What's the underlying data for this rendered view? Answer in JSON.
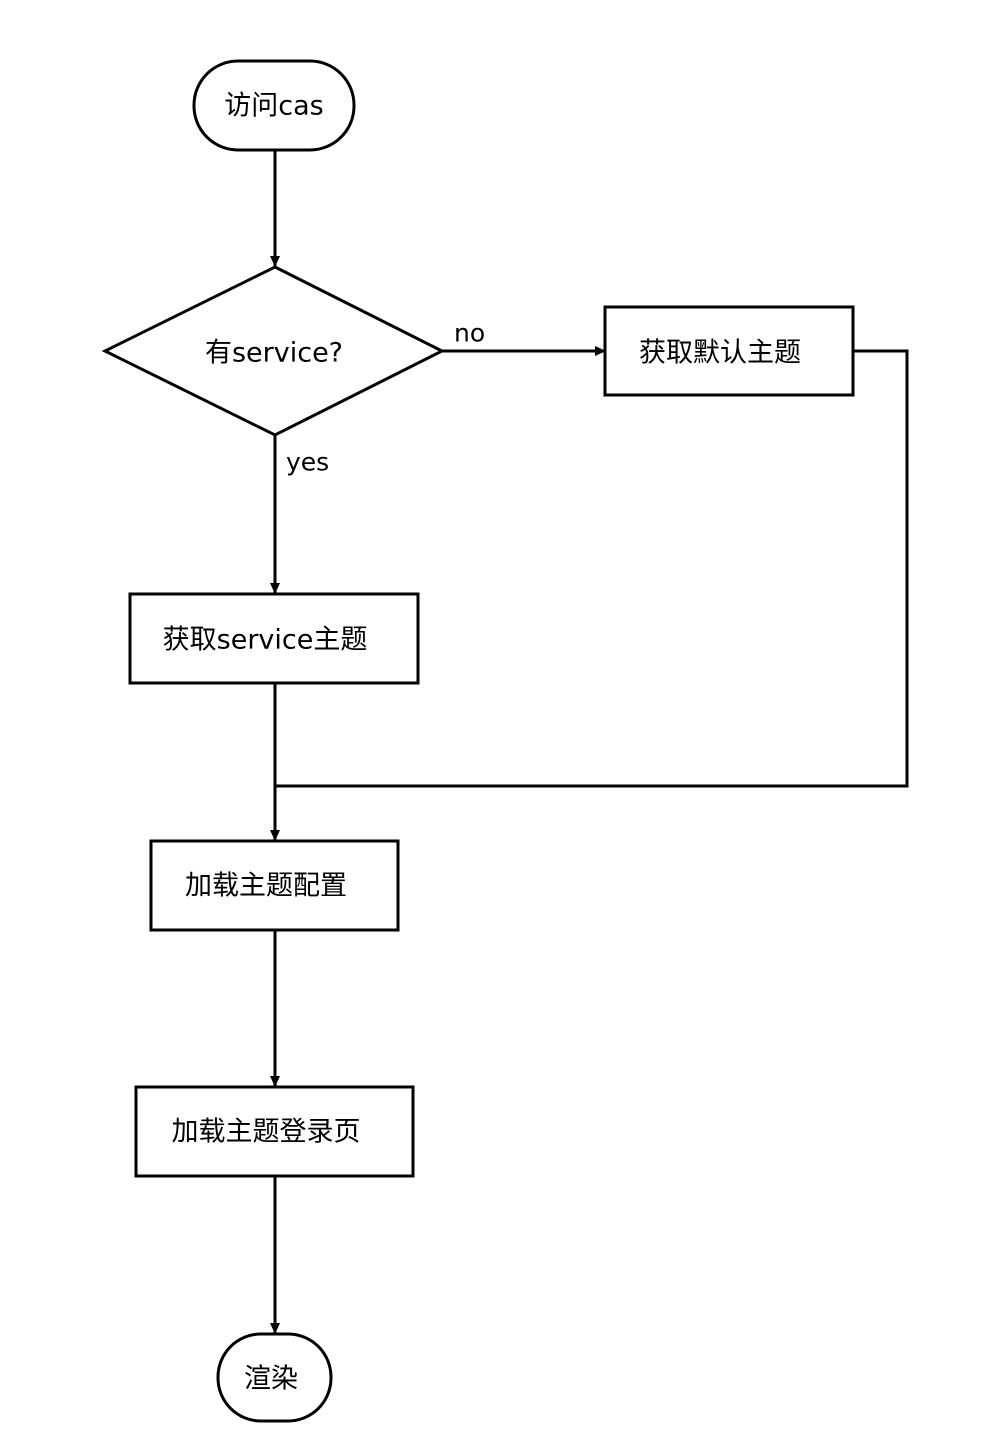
{
  "nodes": {
    "start": {
      "label": "访问cas"
    },
    "decision": {
      "label": "有service?"
    },
    "default_theme": {
      "label": "获取默认主题"
    },
    "service_theme": {
      "label": "获取service主题"
    },
    "load_config": {
      "label": "加载主题配置"
    },
    "load_login_page": {
      "label": "加载主题登录页"
    },
    "render": {
      "label": "渲染"
    }
  },
  "edges": {
    "decision_no": {
      "label": "no"
    },
    "decision_yes": {
      "label": "yes"
    }
  },
  "colors": {
    "stroke": "#000000",
    "fill": "#ffffff",
    "text": "#000000"
  }
}
